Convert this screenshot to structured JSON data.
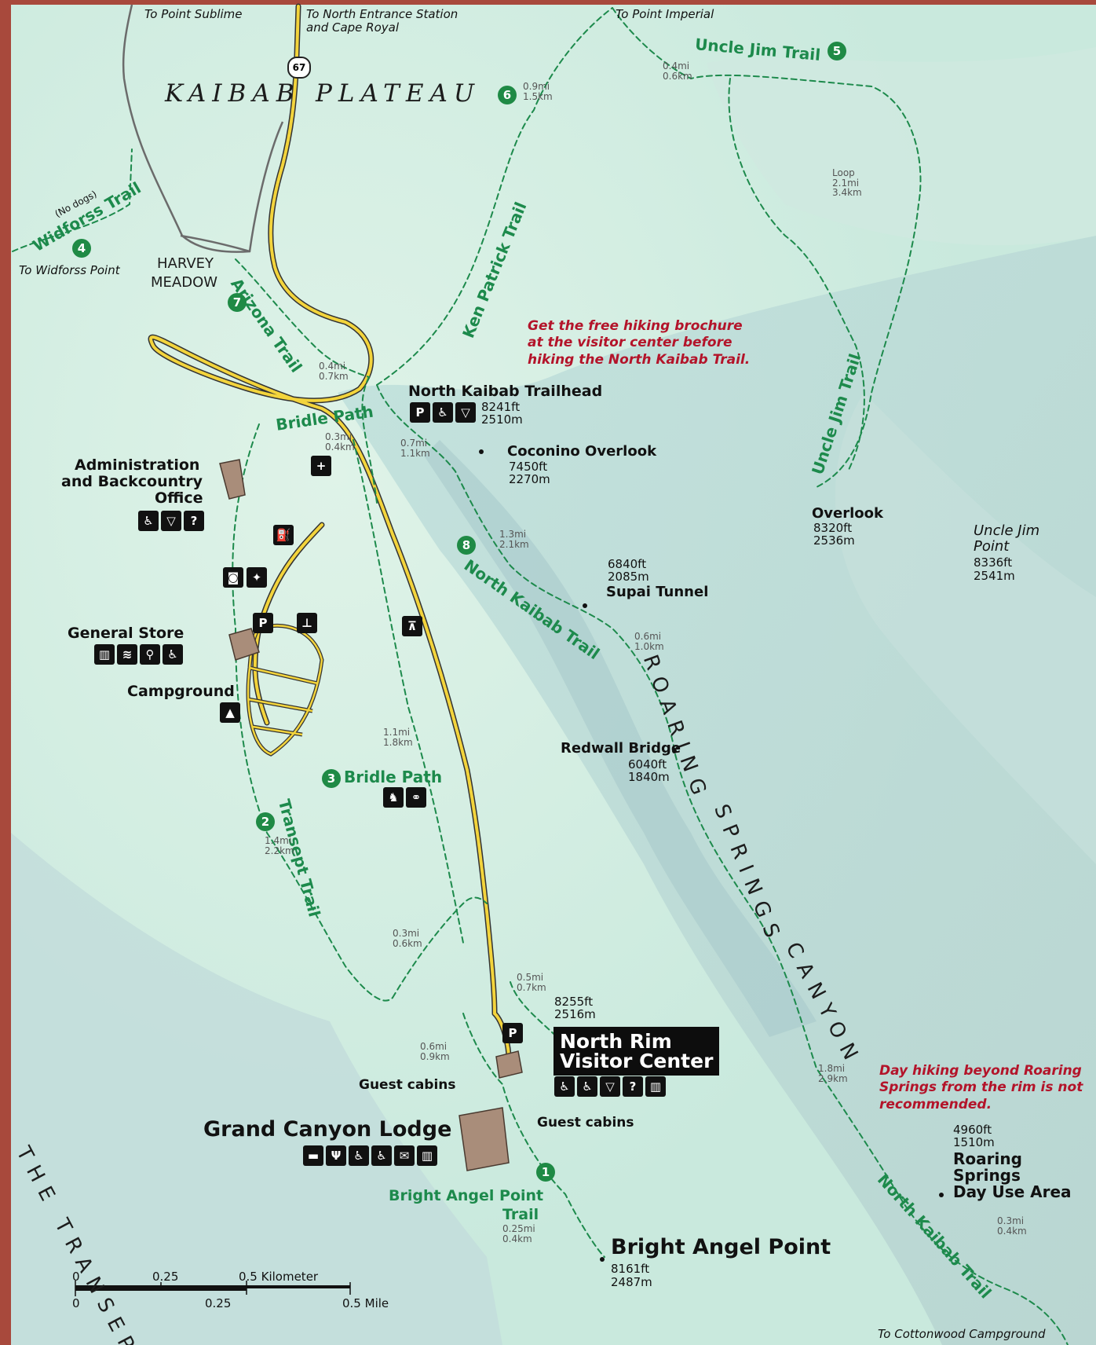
{
  "colors": {
    "trail": "#1d8a4c",
    "road": "#f3d43c",
    "note_red": "#b3142a",
    "badge": "#1f8a45"
  },
  "directions": {
    "point_sublime": "To Point Sublime",
    "north_entrance": "To North Entrance Station",
    "north_entrance2": "and Cape Royal",
    "point_imperial": "To Point Imperial",
    "widforss_point": "To Widforss Point",
    "cottonwood": "To Cottonwood Campground"
  },
  "highway": "67",
  "regions": {
    "kaibab": "KAIBAB",
    "plateau": "PLATEAU",
    "harvey1": "HARVEY",
    "harvey2": "MEADOW",
    "transept": "THE TRANSEPT",
    "roaring": "ROARING",
    "springs": "SPRINGS",
    "canyon": "CANYON"
  },
  "trails": {
    "uncle_jim_top": "Uncle Jim Trail",
    "uncle_jim_side": "Uncle Jim Trail",
    "ken_patrick": "Ken Patrick Trail",
    "widforss": "Widforss Trail",
    "no_dogs": "(No dogs)",
    "arizona": "Arizona Trail",
    "bridle_top": "Bridle Path",
    "bridle_mid": "Bridle Path",
    "north_kaibab_upper": "North Kaibab Trail",
    "north_kaibab_lower": "North Kaibab Trail",
    "transept": "Transept Trail",
    "bright_angel1": "Bright Angel Point",
    "bright_angel2": "Trail"
  },
  "badges": [
    "1",
    "2",
    "3",
    "4",
    "5",
    "6",
    "7",
    "8"
  ],
  "places": {
    "trailhead": "North Kaibab Trailhead",
    "trailhead_elev1": "8241ft",
    "trailhead_elev2": "2510m",
    "coconino": "Coconino Overlook",
    "coconino_elev1": "7450ft",
    "coconino_elev2": "2270m",
    "admin1": "Administration",
    "admin2": "and Backcountry",
    "admin3": "Office",
    "overlook": "Overlook",
    "overlook_elev1": "8320ft",
    "overlook_elev2": "2536m",
    "uj_point1": "Uncle Jim",
    "uj_point2": "Point",
    "uj_point_elev1": "8336ft",
    "uj_point_elev2": "2541m",
    "supai_elev1": "6840ft",
    "supai_elev2": "2085m",
    "supai": "Supai Tunnel",
    "general_store": "General Store",
    "campground": "Campground",
    "redwall": "Redwall Bridge",
    "redwall_elev1": "6040ft",
    "redwall_elev2": "1840m",
    "vc_elev1": "8255ft",
    "vc_elev2": "2516m",
    "vc1": "North Rim",
    "vc2": "Visitor Center",
    "guest_cabins_left": "Guest cabins",
    "guest_cabins_right": "Guest cabins",
    "lodge": "Grand Canyon Lodge",
    "roaring_elev1": "4960ft",
    "roaring_elev2": "1510m",
    "roaring1": "Roaring",
    "roaring2": "Springs",
    "roaring3": "Day Use Area",
    "bright_angel_point": "Bright Angel Point",
    "bap_elev1": "8161ft",
    "bap_elev2": "2487m"
  },
  "distances": {
    "d_uj_top": [
      "0.4mi",
      "0.6km"
    ],
    "d_kp": [
      "0.9mi",
      "1.5km"
    ],
    "d_loop": [
      "Loop",
      "2.1mi",
      "3.4km"
    ],
    "d_az": [
      "0.4mi",
      "0.7km"
    ],
    "d_bridle_top": [
      "0.3mi",
      "0.4km"
    ],
    "d_nk1": [
      "0.7mi",
      "1.1km"
    ],
    "d_nk2": [
      "1.3mi",
      "2.1km"
    ],
    "d_nk3": [
      "0.6mi",
      "1.0km"
    ],
    "d_bridle_mid": [
      "1.1mi",
      "1.8km"
    ],
    "d_transept": [
      "1.4mi",
      "2.2km"
    ],
    "d_cut": [
      "0.3mi",
      "0.6km"
    ],
    "d_vc": [
      "0.5mi",
      "0.7km"
    ],
    "d_cabins": [
      "0.6mi",
      "0.9km"
    ],
    "d_roaring": [
      "1.8mi",
      "2.9km"
    ],
    "d_bap": [
      "0.25mi",
      "0.4km"
    ],
    "d_cottonwood": [
      "0.3mi",
      "0.4km"
    ]
  },
  "notes": {
    "brochure": "Get the free hiking brochure at the visitor center before hiking the North Kaibab Trail.",
    "day_hiking": "Day hiking beyond Roaring Springs from the rim is not recommended."
  },
  "icons": {
    "trailhead": [
      "parking-icon",
      "restroom-icon",
      "water-icon"
    ],
    "admin": [
      "restroom-icon",
      "water-icon",
      "info-icon"
    ],
    "store": [
      "atm-icon",
      "wifi-icon",
      "groceries-icon",
      "accessible-icon"
    ],
    "campground": [
      "campground-icon"
    ],
    "bridle": [
      "horse-icon",
      "bicycle-icon"
    ],
    "vc": [
      "restroom-icon",
      "accessible-icon",
      "water-icon",
      "info-icon",
      "atm-icon"
    ],
    "lodge": [
      "lodging-icon",
      "restaurant-icon",
      "restroom-icon",
      "accessible-icon",
      "post-office-icon",
      "atm-icon"
    ]
  },
  "scale": {
    "km_labels": [
      "0",
      "0.25",
      "0.5 Kilometer"
    ],
    "mi_labels": [
      "0",
      "0.25",
      "0.5 Mile"
    ]
  }
}
